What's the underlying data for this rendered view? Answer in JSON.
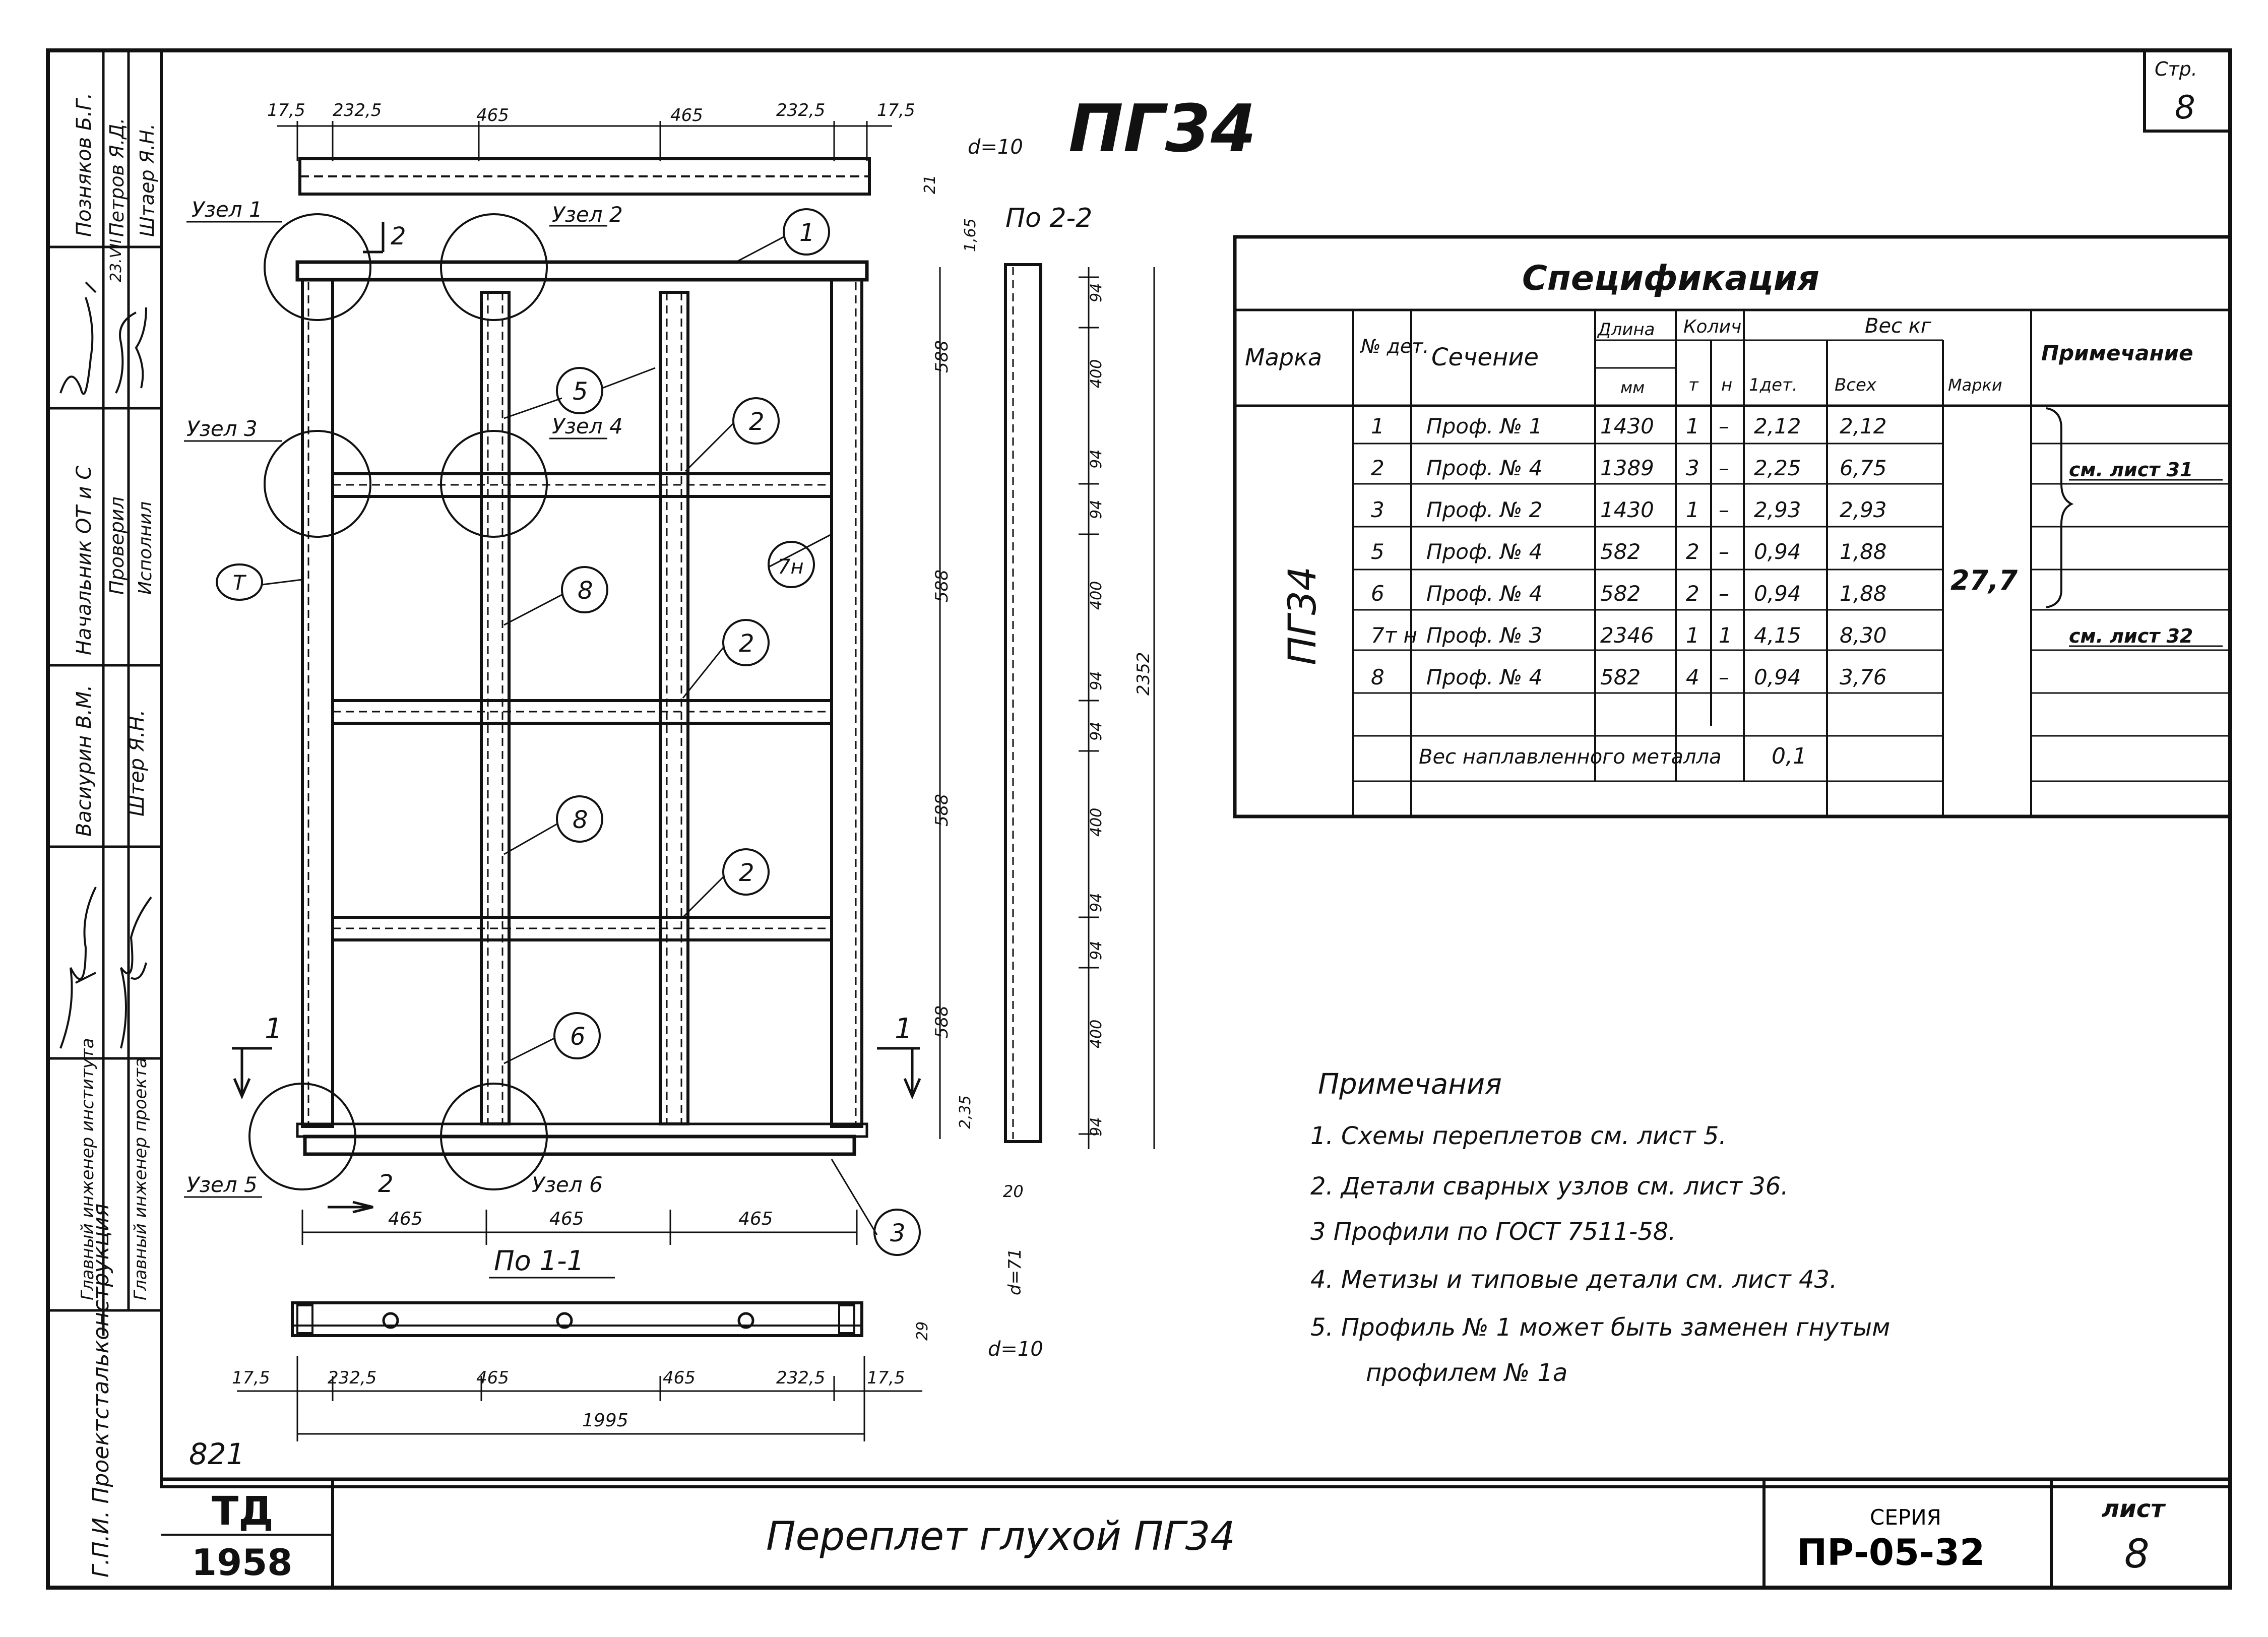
{
  "sheet": {
    "page_label": "Стр.",
    "page_number": "8",
    "mark_title": "ПГ34",
    "inventory_number": "821",
    "publisher_logo": "ТД",
    "year": "1958",
    "drawing_title": "Переплет глухой ПГ34",
    "series_label": "СЕРИЯ",
    "series_code": "ПР-05-32",
    "sheet_label": "лист",
    "sheet_number": "8"
  },
  "sidebar": {
    "org_name": "Г.П.И. Проектстальконструкция",
    "cells": [
      {
        "role": "Главный инженер института",
        "name": "",
        "signature": "signature"
      },
      {
        "role": "Главный инженер проекта",
        "name": "",
        "signature": "signature"
      },
      {
        "role": "Васиурин В.М.",
        "name": "Штер Я.Н.",
        "signature": "signature"
      },
      {
        "role": "Начальник ОТ и С",
        "name": "Проверил",
        "name2": "Исполнил"
      },
      {
        "role": "Позняков Б.Г.",
        "name": "Петров Я.Д.",
        "name2": "Штаер Я.Н."
      }
    ],
    "date_note": "23.VII"
  },
  "drawing": {
    "top_dims": [
      "17,5",
      "232,5",
      "465",
      "465",
      "232,5",
      "17,5"
    ],
    "bottom_dims_mid": [
      "465",
      "465",
      "465"
    ],
    "bottom_dims": [
      "17,5",
      "232,5",
      "465",
      "465",
      "232,5",
      "17,5"
    ],
    "overall_width": "1995",
    "vertical_dims_frame": [
      "588",
      "588",
      "588",
      "588"
    ],
    "vertical_dims_right": [
      "94",
      "400",
      "94",
      "94",
      "400",
      "94",
      "94",
      "400",
      "94",
      "94",
      "400",
      "94"
    ],
    "overall_height": "2352",
    "small_dims": [
      "21",
      "1,65",
      "2,35",
      "20",
      "29"
    ],
    "thickness_top": "d=10",
    "thickness_bottom": "d=10",
    "thickness_side": "d=71",
    "nodes": [
      "Узел 1",
      "Узел 2",
      "Узел 3",
      "Узел 4",
      "Узел 5",
      "Узел 6"
    ],
    "section_labels": [
      "По 1-1",
      "По 2-2"
    ],
    "section_marks": [
      "1",
      "1",
      "2",
      "2"
    ],
    "callouts": [
      "1",
      "2",
      "2",
      "2",
      "3",
      "5",
      "6",
      "8",
      "8",
      "7н",
      "Т"
    ]
  },
  "spec": {
    "title": "Спецификация",
    "headers": {
      "mark": "Марка",
      "detail": "№ дет.",
      "section": "Сечение",
      "length": "Длина",
      "length_unit": "мм",
      "qty": "Колич",
      "qty_t": "т",
      "qty_n": "н",
      "weight": "Вес кг",
      "weight_one": "1дет.",
      "weight_all": "Всех",
      "weight_mark": "Марки",
      "note": "Примечание"
    },
    "mark": "ПГ34",
    "total_mark_weight": "27,7",
    "rows": [
      {
        "det": "1",
        "section": "Проф. № 1",
        "length": "1430",
        "t": "1",
        "n": "–",
        "w1": "2,12",
        "wall": "2,12"
      },
      {
        "det": "2",
        "section": "Проф. № 4",
        "length": "1389",
        "t": "3",
        "n": "–",
        "w1": "2,25",
        "wall": "6,75"
      },
      {
        "det": "3",
        "section": "Проф. № 2",
        "length": "1430",
        "t": "1",
        "n": "–",
        "w1": "2,93",
        "wall": "2,93"
      },
      {
        "det": "5",
        "section": "Проф. № 4",
        "length": "582",
        "t": "2",
        "n": "–",
        "w1": "0,94",
        "wall": "1,88"
      },
      {
        "det": "6",
        "section": "Проф. № 4",
        "length": "582",
        "t": "2",
        "n": "–",
        "w1": "0,94",
        "wall": "1,88"
      },
      {
        "det": "7т н",
        "section": "Проф. № 3",
        "length": "2346",
        "t": "1",
        "n": "1",
        "w1": "4,15",
        "wall": "8,30"
      },
      {
        "det": "8",
        "section": "Проф. № 4",
        "length": "582",
        "t": "4",
        "n": "–",
        "w1": "0,94",
        "wall": "3,76"
      }
    ],
    "weld_label": "Вес наплавленного металла",
    "weld_value": "0,1",
    "notes_ref": [
      "см. лист 31",
      "см. лист 32"
    ]
  },
  "notes": {
    "heading": "Примечания",
    "items": [
      "1. Схемы переплетов см. лист 5.",
      "2. Детали сварных узлов см. лист 36.",
      "3 Профили по ГОСТ 7511-58.",
      "4. Метизы и типовые детали см. лист 43.",
      "5. Профиль № 1 может быть заменен гнутым",
      "профилем № 1а"
    ]
  }
}
